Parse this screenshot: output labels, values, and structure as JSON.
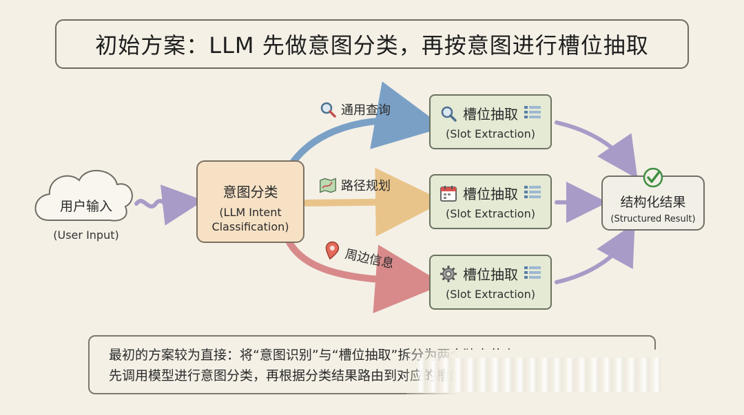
{
  "title": "初始方案：LLM 先做意图分类，再按意图进行槽位抽取",
  "input": {
    "label": "用户输入",
    "sub": "(User Input)",
    "icon": "cloud-icon"
  },
  "intent": {
    "label": "意图分类",
    "sub_line1": "(LLM Intent",
    "sub_line2": "Classification)"
  },
  "routes": [
    {
      "label": "通用查询",
      "icon": "search-icon",
      "color": "#7aa0c6"
    },
    {
      "label": "路径规划",
      "icon": "map-icon",
      "color": "#e9c48a"
    },
    {
      "label": "周边信息",
      "icon": "location-pin-icon",
      "color": "#d88a8a"
    }
  ],
  "slots": [
    {
      "label": "槽位抽取",
      "sub": "(Slot Extraction)",
      "icon": "search-icon"
    },
    {
      "label": "槽位抽取",
      "sub": "(Slot Extraction)",
      "icon": "calendar-icon"
    },
    {
      "label": "槽位抽取",
      "sub": "(Slot Extraction)",
      "icon": "gear-icon"
    }
  ],
  "result": {
    "label": "结构化结果",
    "sub": "(Structured Result)",
    "icon": "checkmark-icon"
  },
  "description": {
    "line1": "最初的方案较为直接：将“意图识别”与“槽位抽取”拆分为两个独立节点，",
    "line2": "先调用模型进行意图分类，再根据分类结果路由到对应的槽位抽取节点。"
  },
  "colors": {
    "background": "#f4f0e6",
    "intent_fill": "#f6e1c5",
    "slot_fill": "#e4ead4",
    "result_fill": "#f1efe6",
    "purple_arrow": "#a99bc7"
  }
}
